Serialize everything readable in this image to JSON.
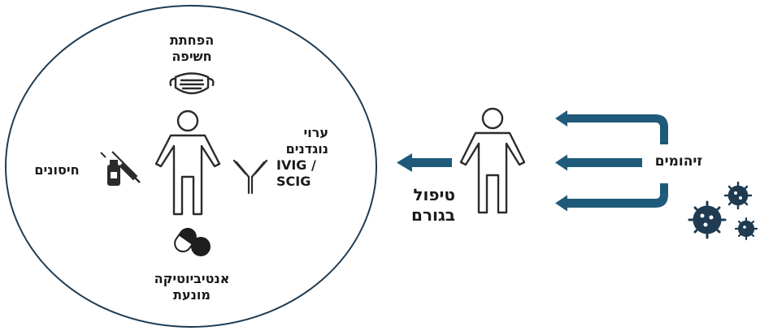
{
  "labels": {
    "mask_line1": "הפחתת",
    "mask_line2": "חשיפה",
    "ivig_line1": "ערוי",
    "ivig_line2": "נוגדנים",
    "ivig_line3": "IVIG /",
    "ivig_line4": "SCIG",
    "vaccines": "חיסונים",
    "antibiotics_line1": "אנטיביוטיקה",
    "antibiotics_line2": "מונעת",
    "treatment_line1": "טיפול",
    "treatment_line2": "בגורם",
    "infections": "זיהומים"
  },
  "icons": {
    "mask": "face-mask-icon",
    "person_center": "person-icon",
    "person_right": "person-icon",
    "antibody": "antibody-icon",
    "vaccine": "vaccine-syringe-icon",
    "pills": "capsule-pill-icon",
    "virus": "virus-icon"
  },
  "colors": {
    "arrow": "#1f5a7a",
    "stroke": "#2b2b2b",
    "text": "#1a1a1a"
  }
}
